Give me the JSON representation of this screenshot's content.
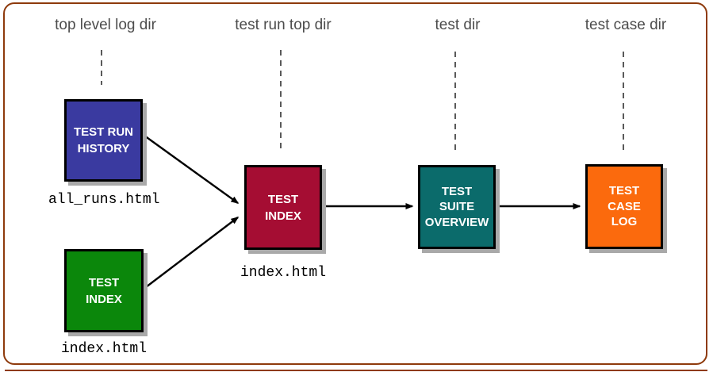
{
  "frame": {
    "border_color": "#8e3a0c",
    "background": "#ffffff"
  },
  "columns": [
    {
      "label": "top level log dir"
    },
    {
      "label": "test run top dir"
    },
    {
      "label": "test dir"
    },
    {
      "label": "test case dir"
    }
  ],
  "nodes": {
    "test_run_history": {
      "line1": "TEST RUN",
      "line2": "HISTORY",
      "color": "#3a3aa0",
      "file": "all_runs.html"
    },
    "test_index_top": {
      "line1": "TEST",
      "line2": "INDEX",
      "color": "#0b870b",
      "file": "index.html"
    },
    "test_index_run": {
      "line1": "TEST",
      "line2": "INDEX",
      "color": "#a50d33",
      "file": "index.html"
    },
    "test_suite_overview": {
      "line1": "TEST",
      "line2": "SUITE",
      "line3": "OVERVIEW",
      "color": "#0b6b6b"
    },
    "test_case_log": {
      "line1": "TEST",
      "line2": "CASE",
      "line3": "LOG",
      "color": "#fb6a0d"
    }
  },
  "connector_color": "#000000",
  "header_text_color": "#4c4c4c"
}
